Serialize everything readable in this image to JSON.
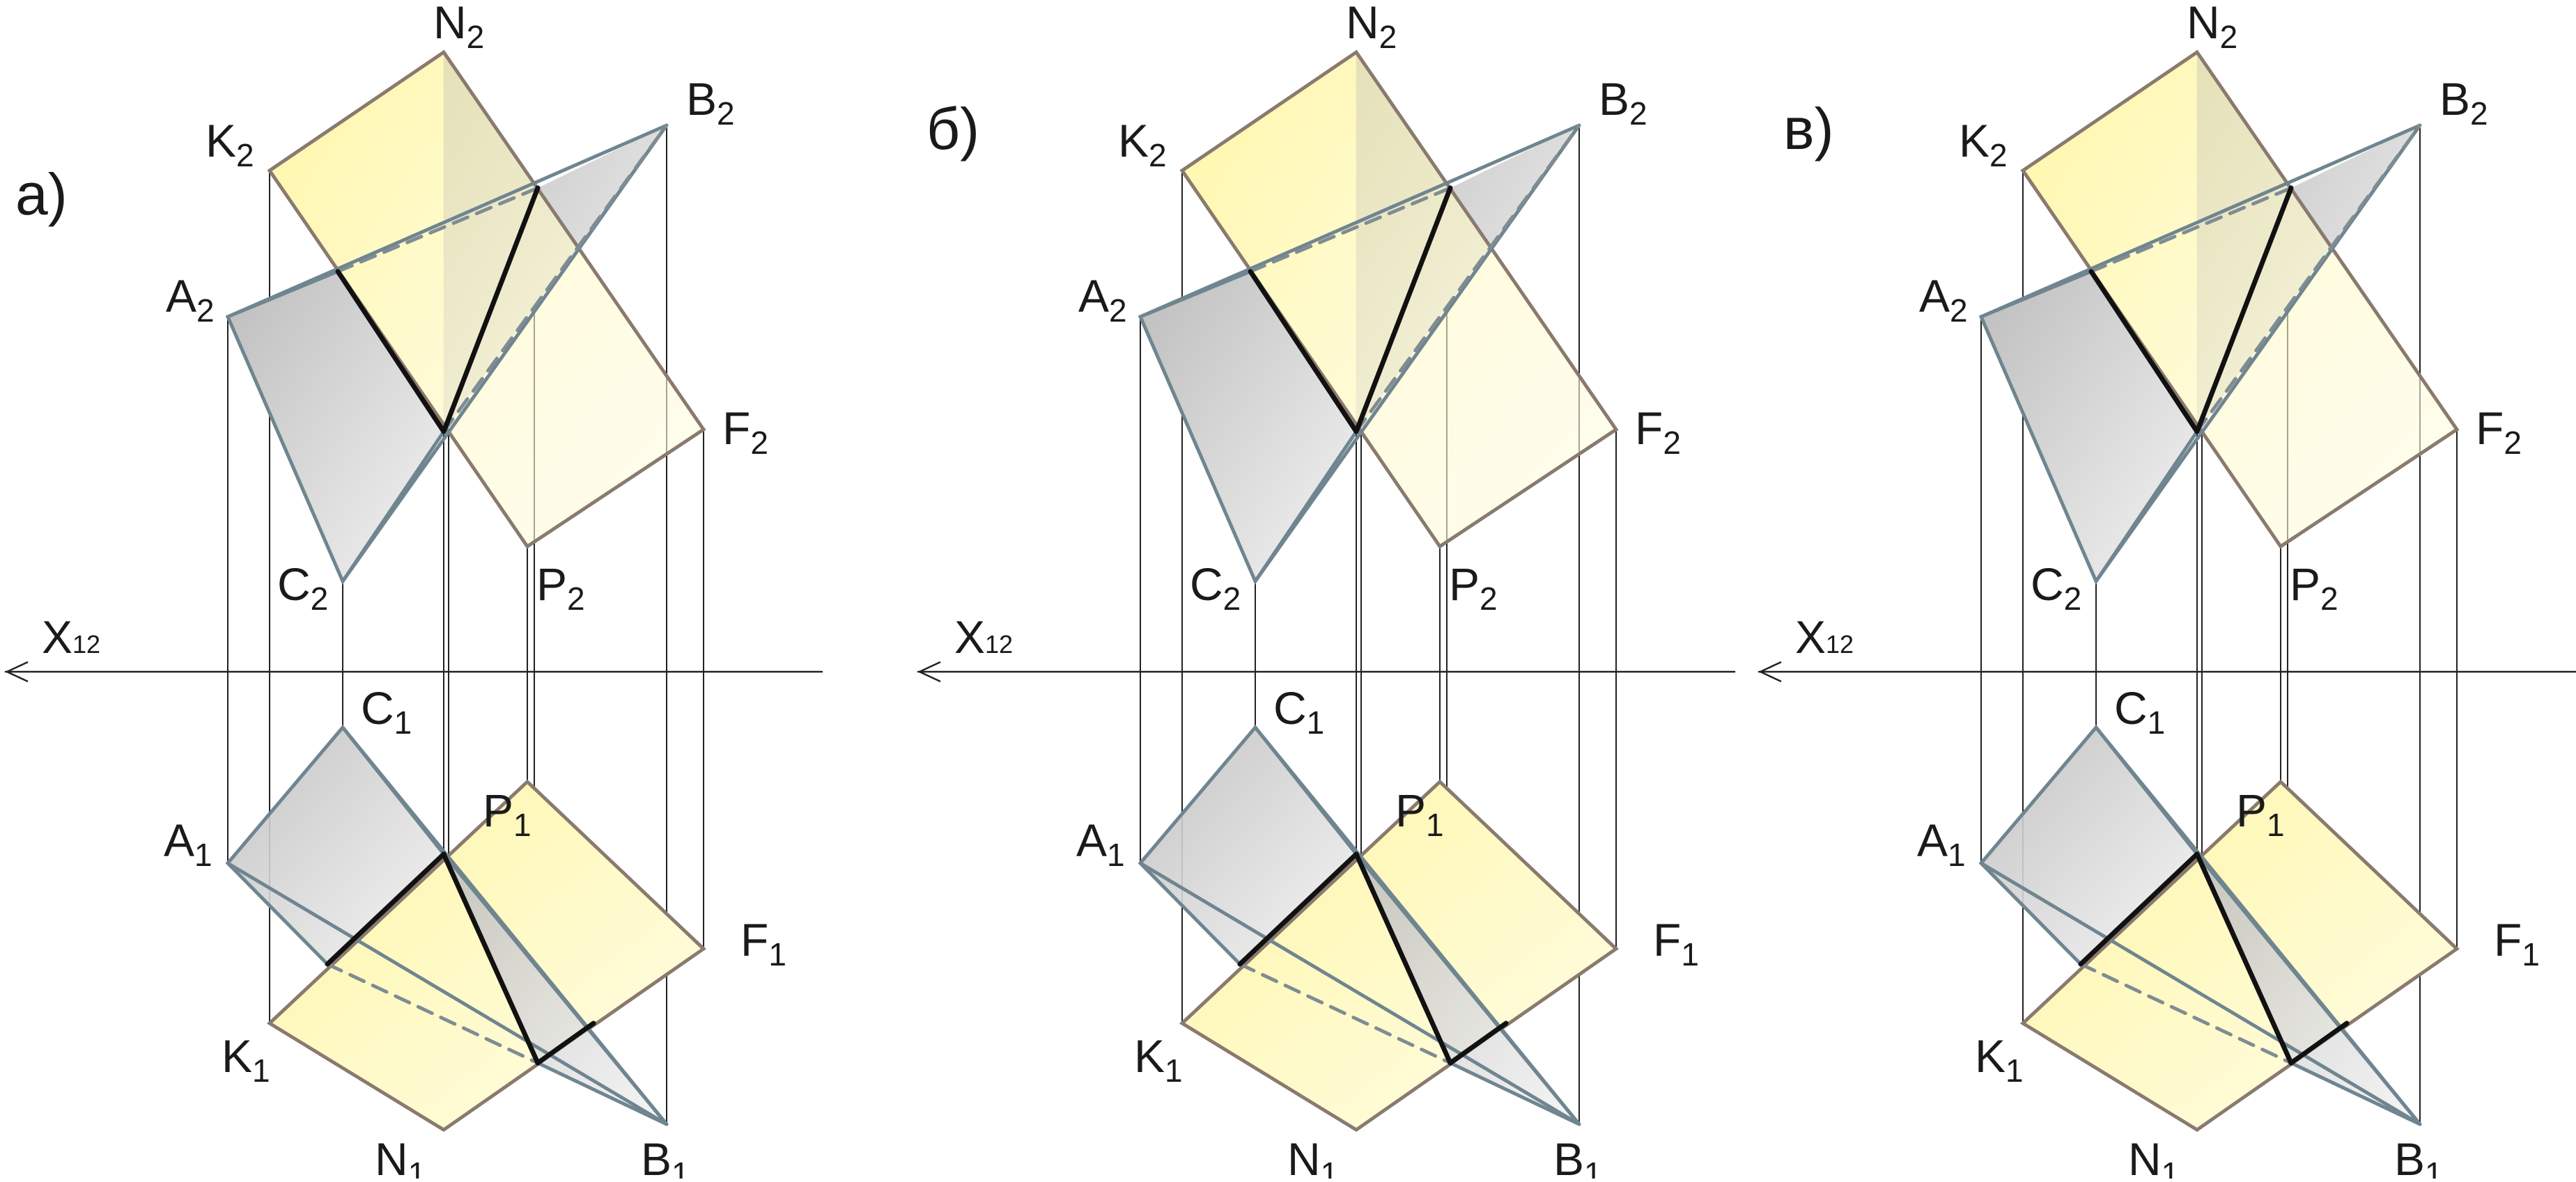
{
  "colors": {
    "plane_fill": "#fff6a6",
    "plane_fill_light": "#fffde8",
    "plane_edge": "#8a7a6e",
    "triangle_fill": "#d6d6d6",
    "triangle_edge": "#6f8590",
    "bold_line": "#111111",
    "hidden_line": "#7f8c92",
    "hidden_line_dark": "#6a4a3a",
    "projection_line": "#222222"
  },
  "axis": {
    "name": "X",
    "index": "12"
  },
  "panels": [
    {
      "letter": "а)",
      "labels": {
        "N2": [
          "N",
          "2"
        ],
        "K2": [
          "K",
          "2"
        ],
        "B2": [
          "B",
          "2"
        ],
        "A2": [
          "A",
          "2"
        ],
        "F2": [
          "F",
          "2"
        ],
        "C2": [
          "C",
          "2"
        ],
        "P2": [
          "P",
          "2"
        ],
        "C1": [
          "C",
          "1"
        ],
        "A1": [
          "A",
          "1"
        ],
        "P1": [
          "P",
          "1"
        ],
        "F1": [
          "F",
          "1"
        ],
        "K1": [
          "K",
          "1"
        ],
        "N1": [
          "N",
          "1"
        ],
        "B1": [
          "B",
          "1"
        ]
      }
    },
    {
      "letter": "б)",
      "labels": {
        "N2": [
          "N",
          "2"
        ],
        "K2": [
          "K",
          "2"
        ],
        "B2": [
          "B",
          "2"
        ],
        "A2": [
          "A",
          "2"
        ],
        "F2": [
          "F",
          "2"
        ],
        "C2": [
          "C",
          "2"
        ],
        "P2": [
          "P",
          "2"
        ],
        "C1": [
          "C",
          "1"
        ],
        "A1": [
          "A",
          "1"
        ],
        "P1": [
          "P",
          "1"
        ],
        "F1": [
          "F",
          "1"
        ],
        "K1": [
          "K",
          "1"
        ],
        "N1": [
          "N",
          "1"
        ],
        "B1": [
          "B",
          "1"
        ]
      }
    },
    {
      "letter": "в)",
      "labels": {
        "N2": [
          "N",
          "2"
        ],
        "K2": [
          "K",
          "2"
        ],
        "B2": [
          "B",
          "2"
        ],
        "A2": [
          "A",
          "2"
        ],
        "F2": [
          "F",
          "2"
        ],
        "C2": [
          "C",
          "2"
        ],
        "P2": [
          "P",
          "2"
        ],
        "C1": [
          "C",
          "1"
        ],
        "A1": [
          "A",
          "1"
        ],
        "P1": [
          "P",
          "1"
        ],
        "F1": [
          "F",
          "1"
        ],
        "K1": [
          "K",
          "1"
        ],
        "N1": [
          "N",
          "1"
        ],
        "B1": [
          "B",
          "1"
        ]
      }
    }
  ]
}
